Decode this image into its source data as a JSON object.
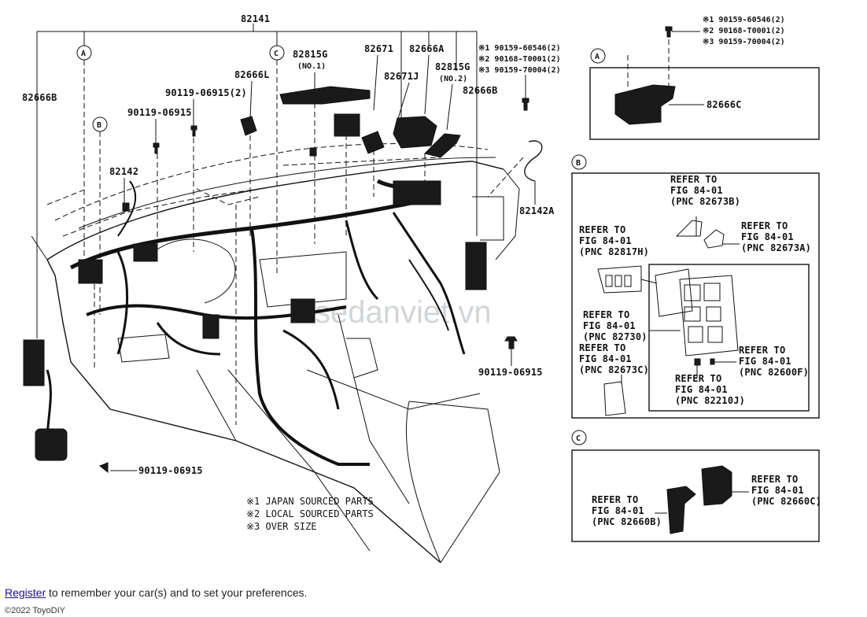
{
  "diagram": {
    "part_labels": {
      "p82141": "82141",
      "p82666B_left": "82666B",
      "p82666L": "82666L",
      "p82815G_1": "82815G",
      "p82815G_1_sub": "(NO.1)",
      "p82671": "82671",
      "p82666A": "82666A",
      "p82671J": "82671J",
      "p82815G_2": "82815G",
      "p82815G_2_sub": "(NO.2)",
      "p82666B_right": "82666B",
      "p90119_06915_2": "90119-06915(2)",
      "p90119_06915_a": "90119-06915",
      "p82142": "82142",
      "p82142A": "82142A",
      "p90119_06915_b": "90119-06915",
      "p90119_06915_c": "90119-06915",
      "p82666C": "82666C"
    },
    "bolt_notes_main": [
      "※1 90159-60546(2)",
      "※2 90168-T0001(2)",
      "※3 90159-70004(2)"
    ],
    "bolt_notes_top": [
      "※1 90159-60546(2)",
      "※2 90168-T0001(2)",
      "※3 90159-70004(2)"
    ],
    "callouts": {
      "A": "A",
      "B": "B",
      "C": "C"
    },
    "refs_B": [
      [
        "REFER TO",
        "FIG 84-01",
        "(PNC 82673B)"
      ],
      [
        "REFER TO",
        "FIG 84-01",
        "(PNC 82673A)"
      ],
      [
        "REFER TO",
        "FIG 84-01",
        "(PNC 82817H)"
      ],
      [
        "REFER TO",
        "FIG 84-01",
        "(PNC 82730)"
      ],
      [
        "REFER TO",
        "FIG 84-01",
        "(PNC 82673C)"
      ],
      [
        "REFER TO",
        "FIG 84-01",
        "(PNC 82600F)"
      ],
      [
        "REFER TO",
        "FIG 84-01",
        "(PNC 82210J)"
      ]
    ],
    "refs_C": [
      [
        "REFER TO",
        "FIG 84-01",
        "(PNC 82660C)"
      ],
      [
        "REFER TO",
        "FIG 84-01",
        "(PNC 82660B)"
      ]
    ],
    "legend": [
      "※1   JAPAN SOURCED PARTS",
      "※2   LOCAL SOURCED PARTS",
      "※3   OVER SIZE"
    ],
    "watermark": "sedanviet.vn"
  },
  "footer": {
    "register_link": "Register",
    "register_text": " to remember your car(s) and to set your preferences.",
    "copyright": "©2022 ToyoDIY"
  }
}
